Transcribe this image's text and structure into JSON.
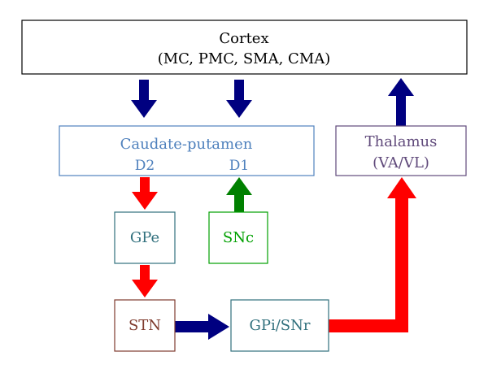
{
  "nodes": {
    "cortex": {
      "title": "Cortex",
      "subtitle": "(MC, PMC, SMA, CMA)",
      "border": "#000000",
      "text_color": "#000000"
    },
    "caudate": {
      "title": "Caudate-putamen",
      "d2": "D2",
      "d1": "D1",
      "border": "#4f81bd",
      "text_color": "#4f81bd"
    },
    "thalamus": {
      "title": "Thalamus",
      "subtitle": "(VA/VL)",
      "border": "#604a7b",
      "text_color": "#604a7b"
    },
    "gpe": {
      "title": "GPe",
      "border": "#31707d",
      "text_color": "#31707d"
    },
    "snc": {
      "title": "SNc",
      "border": "#00a000",
      "text_color": "#00a000"
    },
    "stn": {
      "title": "STN",
      "border": "#7f3b2e",
      "text_color": "#7f3b2e"
    },
    "gpi": {
      "title": "GPi/SNr",
      "border": "#31707d",
      "text_color": "#31707d"
    }
  },
  "arrow_colors": {
    "dark_blue": "#000080",
    "red": "#ff0000",
    "green": "#008000"
  }
}
